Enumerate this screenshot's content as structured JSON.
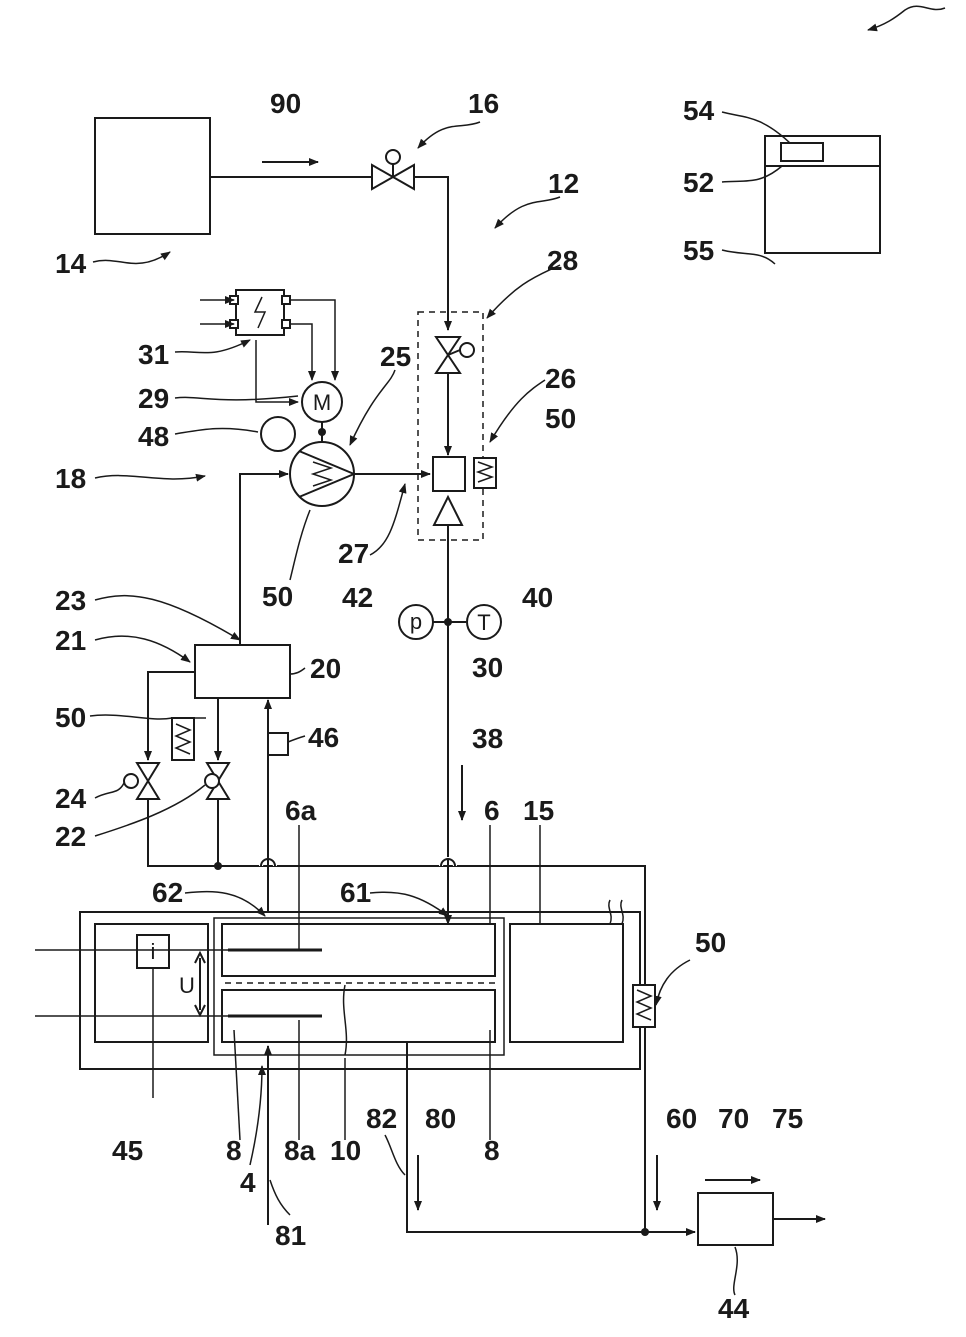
{
  "labels": {
    "l90": "90",
    "l16": "16",
    "l12": "12",
    "l14": "14",
    "l54": "54",
    "l52": "52",
    "l55": "55",
    "l28": "28",
    "l25": "25",
    "l26": "26",
    "l50a": "50",
    "l31": "31",
    "l29": "29",
    "l48": "48",
    "l18": "18",
    "l50b": "50",
    "l27": "27",
    "l42": "42",
    "l40": "40",
    "l23": "23",
    "l21": "21",
    "l20": "20",
    "l30": "30",
    "l50c": "50",
    "l46": "46",
    "l38": "38",
    "l24": "24",
    "l22": "22",
    "l6a": "6a",
    "l6": "6",
    "l15": "15",
    "l62": "62",
    "l61": "61",
    "l50d": "50",
    "l45": "45",
    "l8a": "8",
    "l8a2": "8a",
    "l10": "10",
    "l82": "82",
    "l80": "80",
    "l8b": "8",
    "l4": "4",
    "l81": "81",
    "l60": "60",
    "l70": "70",
    "l75": "75",
    "l44": "44"
  },
  "symbols": {
    "motor": "M",
    "pressure": "p",
    "temperature": "T",
    "current": "i",
    "voltage": "U"
  }
}
